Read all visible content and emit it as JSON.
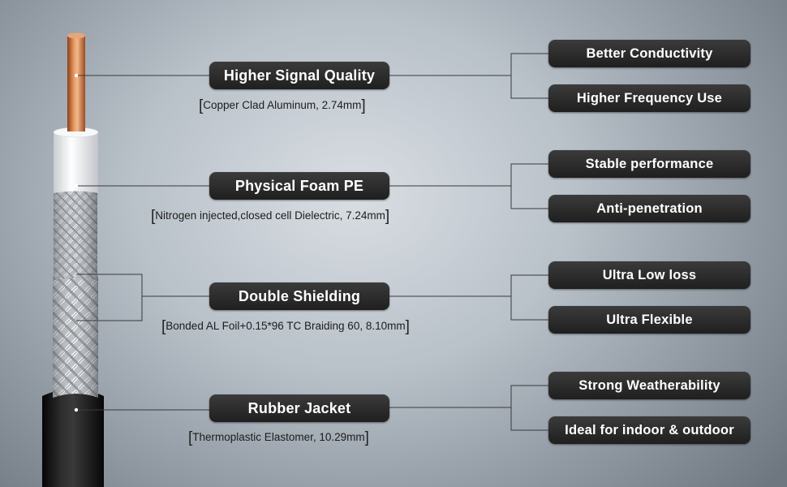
{
  "features": [
    {
      "title": "Higher Signal Quality",
      "spec": "Copper Clad Aluminum, 2.74mm",
      "benefits": [
        "Better Conductivity",
        "Higher Frequency Use"
      ]
    },
    {
      "title": "Physical Foam PE",
      "spec": "Nitrogen injected,closed cell Dielectric, 7.24mm",
      "benefits": [
        "Stable performance",
        "Anti-penetration"
      ]
    },
    {
      "title": "Double Shielding",
      "spec": "Bonded AL Foil+0.15*96 TC Braiding 60, 8.10mm",
      "benefits": [
        "Ultra Low loss",
        "Ultra Flexible"
      ]
    },
    {
      "title": "Rubber Jacket",
      "spec": "Thermoplastic Elastomer, 10.29mm",
      "benefits": [
        "Strong Weatherability",
        "Ideal for indoor & outdoor"
      ]
    }
  ],
  "brackets": {
    "open": "[",
    "close": "]"
  },
  "colors": {
    "pill": "#2b2b2b",
    "pill_text": "#ffffff",
    "copper": "#c9713a",
    "foam": "#eef0f2",
    "braid": "#b8bcc0",
    "jacket": "#141414"
  }
}
